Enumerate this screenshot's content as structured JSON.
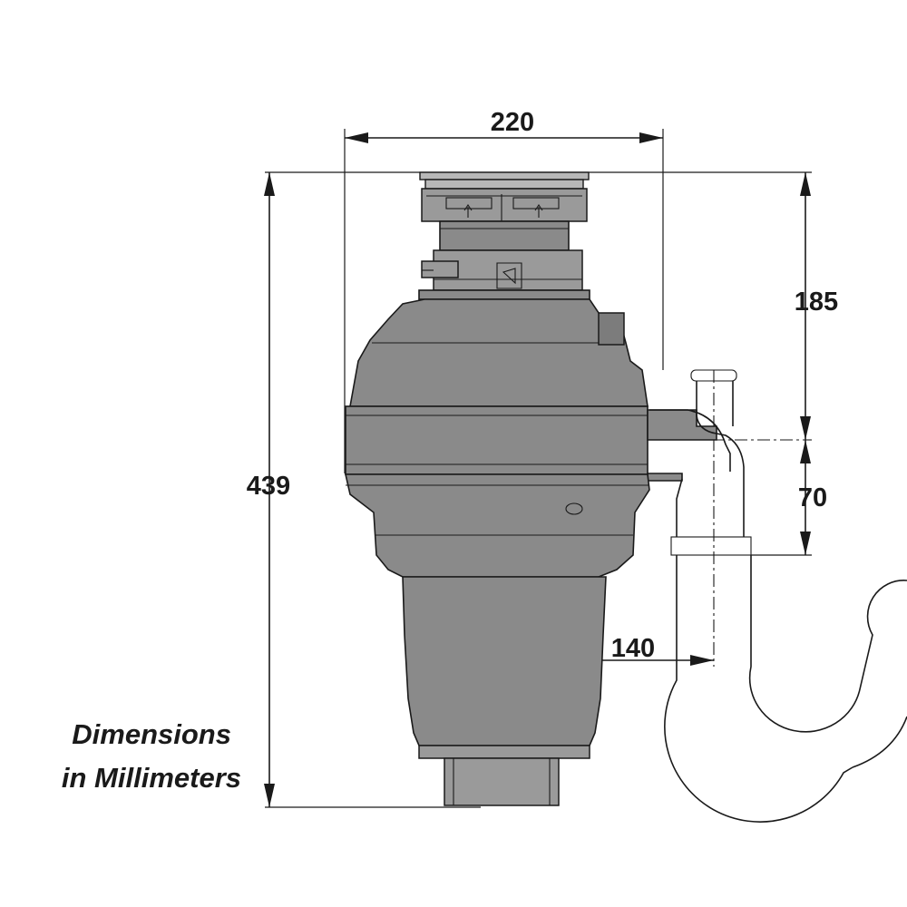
{
  "drawing": {
    "caption_line1": "Dimensions",
    "caption_line2": "in Millimeters"
  },
  "dimensions": {
    "overall_width": "220",
    "overall_height": "439",
    "top_to_outlet": "185",
    "outlet_to_trap": "70",
    "center_to_drain": "140"
  },
  "colors": {
    "unit_fill": "#8a8a8a",
    "line": "#1a1a1a",
    "background": "#ffffff"
  }
}
